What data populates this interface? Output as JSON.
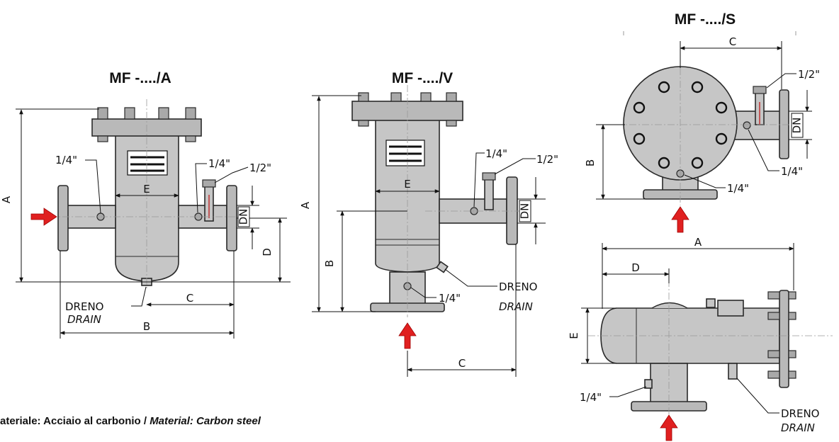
{
  "titles": {
    "a": "MF -..../A",
    "v": "MF -..../V",
    "s": "MF -..../S"
  },
  "dims": {
    "a": "A",
    "b": "B",
    "c": "C",
    "d": "D",
    "e": "E",
    "dn": "DN"
  },
  "ports": {
    "quarter": "1/4\"",
    "half": "1/2\""
  },
  "drain": {
    "it": "DRENO",
    "en": "DRAIN"
  },
  "material": {
    "it": "ateriale: Acciaio al carbonio / ",
    "en": "Material: Carbon steel"
  },
  "colors": {
    "flow_arrow": "#e02020",
    "body": "#c6c6c6"
  }
}
